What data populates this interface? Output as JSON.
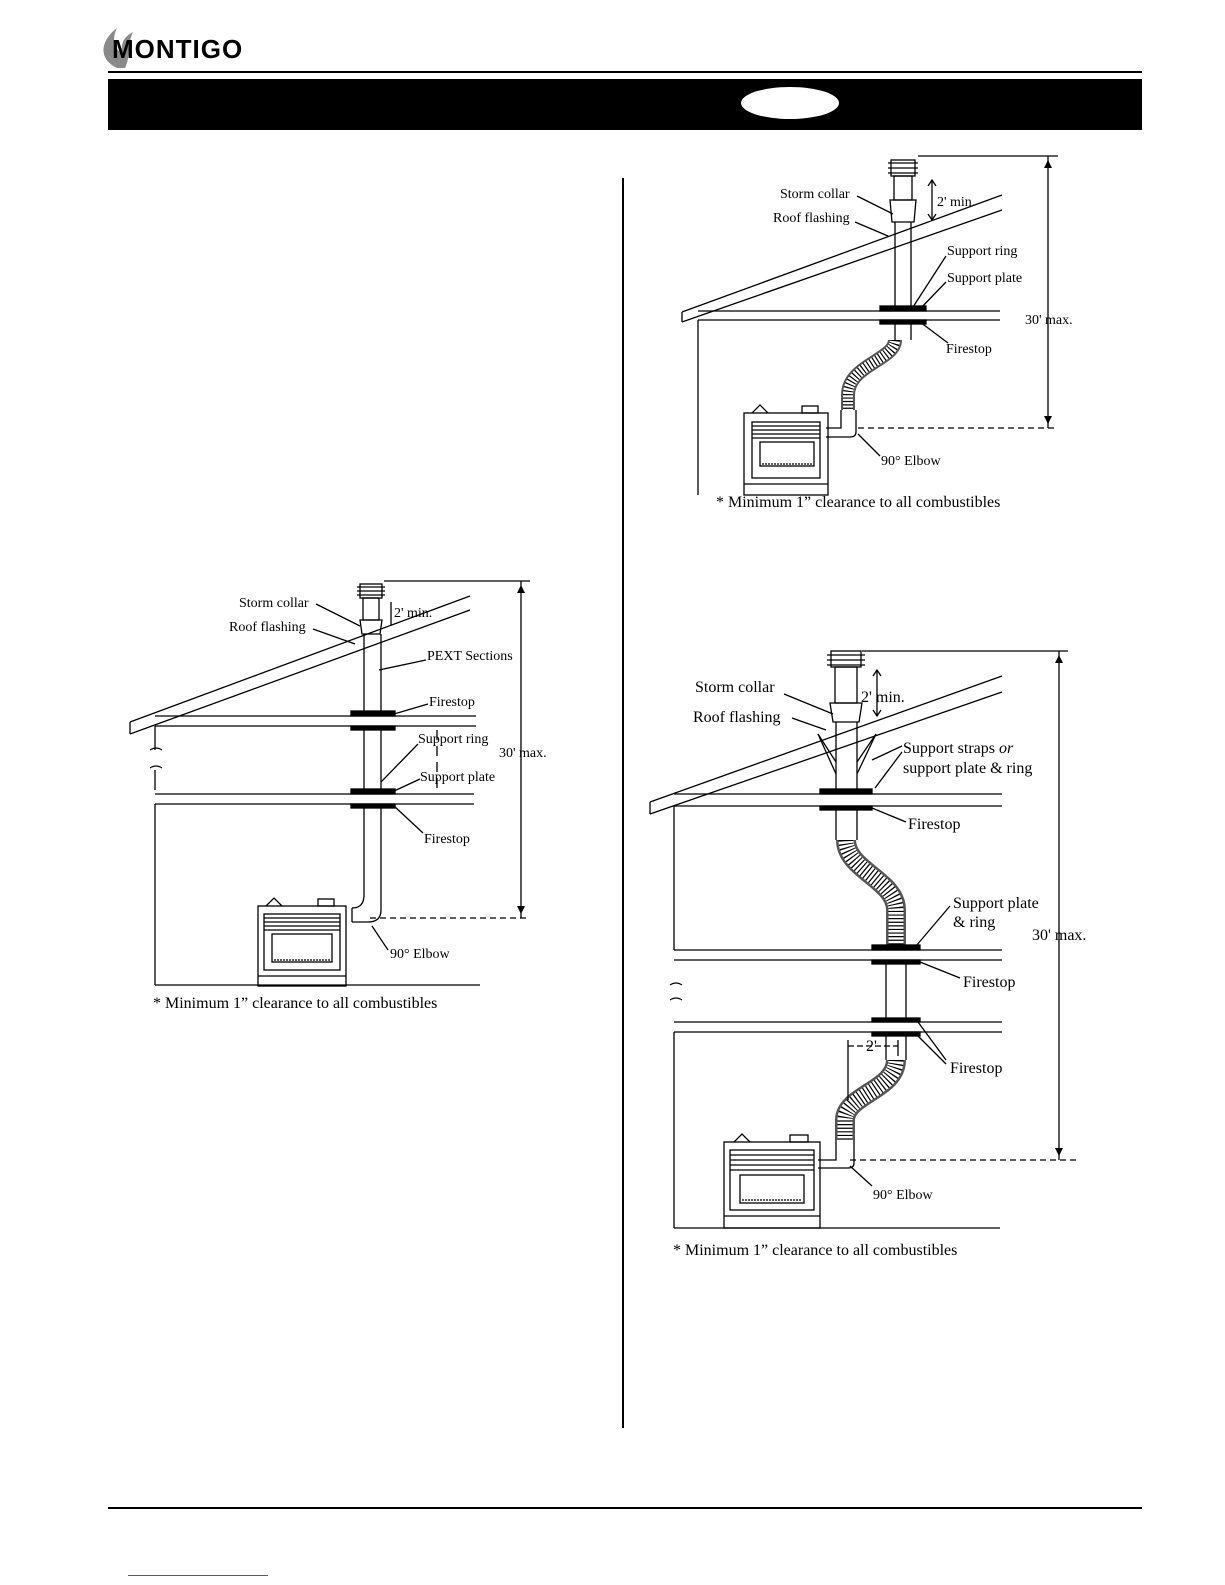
{
  "brand": {
    "name": "MONTIGO"
  },
  "diagram1": {
    "labels": {
      "storm_collar": "Storm collar",
      "roof_flashing": "Roof flashing",
      "two_min": "2' min.",
      "support_ring": "Support ring",
      "support_plate": "Support plate",
      "thirty_max": "30' max.",
      "firestop": "Firestop",
      "elbow": "90° Elbow"
    },
    "note": "* Minimum 1” clearance to all combustibles"
  },
  "diagram2": {
    "labels": {
      "storm_collar": "Storm collar",
      "two_min": "2' min.",
      "roof_flashing": "Roof flashing",
      "pext_sections": "PEXT Sections",
      "firestop_upper": "Firestop",
      "support_ring": "Support ring",
      "thirty_max": "30' max.",
      "support_plate": "Support plate",
      "firestop_lower": "Firestop",
      "elbow": "90° Elbow"
    },
    "note": "* Minimum 1” clearance to all combustibles"
  },
  "diagram3": {
    "labels": {
      "storm_collar": "Storm collar",
      "two_min": "2' min.",
      "roof_flashing": "Roof flashing",
      "support_straps_a": "Support straps ",
      "support_straps_or": "or",
      "support_straps_b": "support plate & ring",
      "firestop_top": "Firestop",
      "support_plate_a": "Support plate",
      "support_plate_b": "& ring",
      "thirty_max": "30' max.",
      "firestop_mid": "Firestop",
      "two_offset": "2'",
      "firestop_bottom": "Firestop",
      "elbow": "90° Elbow"
    },
    "note": "* Minimum 1” clearance to all combustibles"
  }
}
